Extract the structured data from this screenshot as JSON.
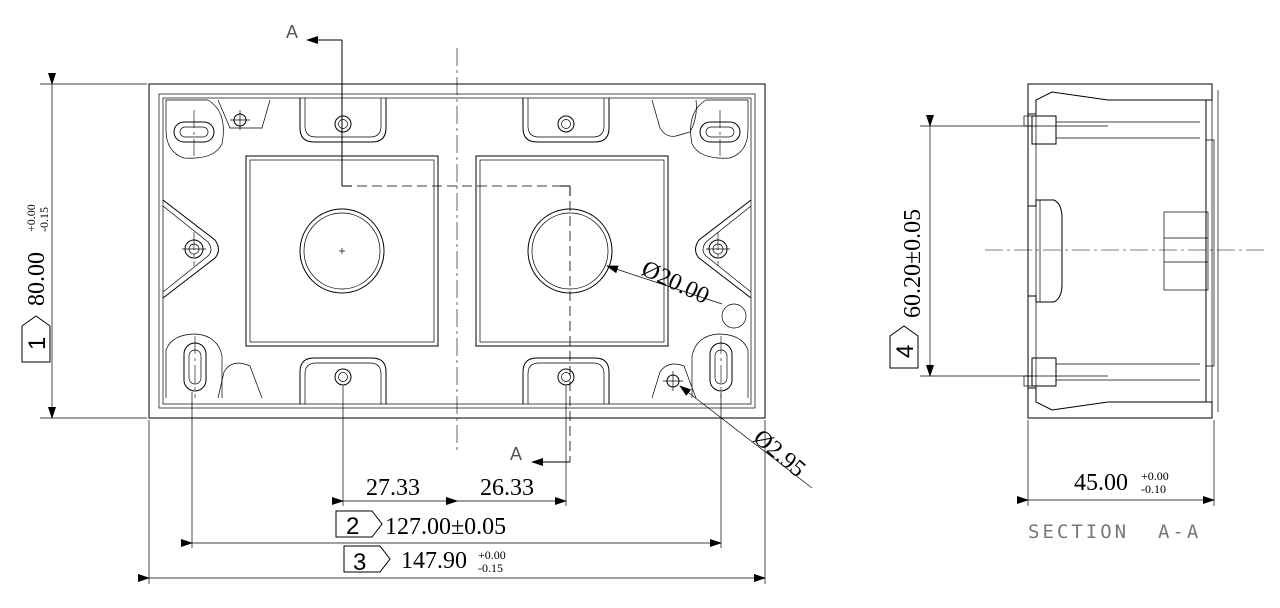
{
  "section_marker": "A",
  "section_title": "SECTION  A-A",
  "dimensions": {
    "height": {
      "value": "80.00",
      "tol_upper": "+0.00",
      "tol_lower": "-0.15",
      "balloon": "1"
    },
    "hole_spacing": {
      "value": "127.00±0.05",
      "balloon": "2"
    },
    "width": {
      "value": "147.90",
      "tol_upper": "+0.00",
      "tol_lower": "-0.15",
      "balloon": "3"
    },
    "section_height": {
      "value": "60.20±0.05",
      "balloon": "4"
    },
    "depth": {
      "value": "45.00",
      "tol_upper": "+0.00",
      "tol_lower": "-0.10"
    },
    "offset_left": "27.33",
    "offset_right": "26.33",
    "boss_diameter": "Ø20.00",
    "hole_diameter": "Ø2.95"
  }
}
